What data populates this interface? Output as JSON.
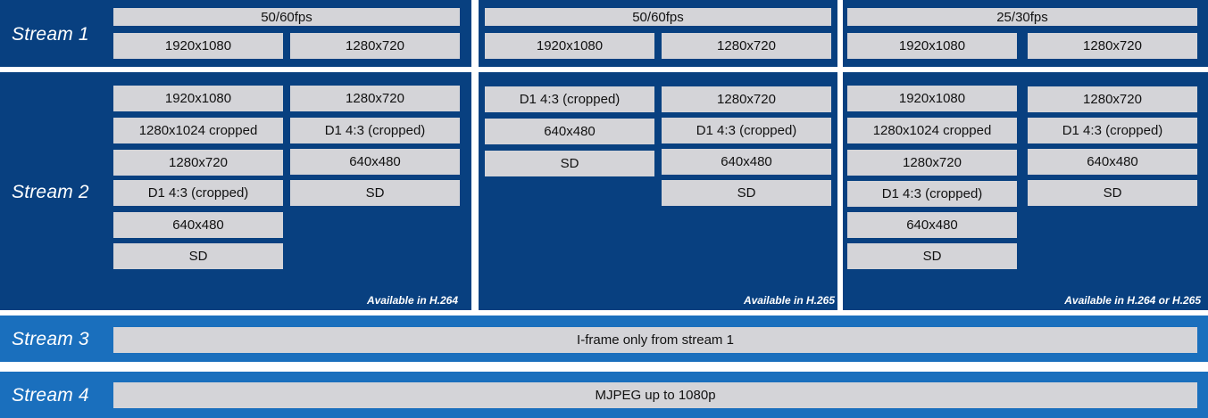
{
  "stream1": {
    "label": "Stream 1",
    "columns": [
      {
        "fps": "50/60fps",
        "resolutions": [
          "1920x1080",
          "1280x720"
        ]
      },
      {
        "fps": "50/60fps",
        "resolutions": [
          "1920x1080",
          "1280x720"
        ]
      },
      {
        "fps": "25/30fps",
        "resolutions": [
          "1920x1080",
          "1280x720"
        ]
      }
    ]
  },
  "stream2": {
    "label": "Stream 2",
    "columns": [
      {
        "left": [
          "1920x1080",
          "1280x1024 cropped",
          "1280x720",
          "D1 4:3 (cropped)",
          "640x480",
          "SD"
        ],
        "right": [
          "1280x720",
          "D1 4:3 (cropped)",
          "640x480",
          "SD"
        ],
        "note": "Available in H.264"
      },
      {
        "left": [
          "D1 4:3 (cropped)",
          "640x480",
          "SD"
        ],
        "right": [
          "1280x720",
          "D1 4:3 (cropped)",
          "640x480",
          "SD"
        ],
        "note": "Available in H.265"
      },
      {
        "left": [
          "1920x1080",
          "1280x1024 cropped",
          "1280x720",
          "D1 4:3 (cropped)",
          "640x480",
          "SD"
        ],
        "right": [
          "1280x720",
          "D1 4:3 (cropped)",
          "640x480",
          "SD"
        ],
        "note": "Available in H.264 or H.265"
      }
    ]
  },
  "stream3": {
    "label": "Stream 3",
    "text": "I-frame only from stream 1"
  },
  "stream4": {
    "label": "Stream 4",
    "text": "MJPEG up to 1080p"
  },
  "colors": {
    "dark_panel": "#084080",
    "light_panel": "#1a6fbd",
    "box": "#d4d4d8"
  }
}
